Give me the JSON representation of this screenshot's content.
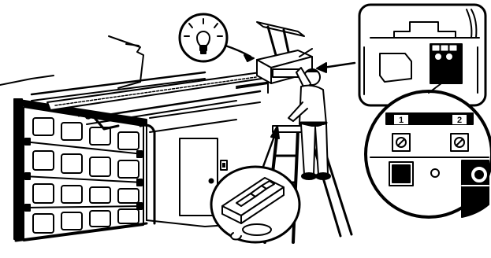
{
  "callout": {
    "terminal_labels": [
      "1",
      "2"
    ]
  },
  "colors": {
    "ink": "#000000",
    "paper": "#ffffff",
    "shade": "#111111"
  },
  "icons": [
    "light-bulb-icon",
    "garage-door-opener",
    "remote-control",
    "terminal-screw-icon",
    "learn-button"
  ]
}
